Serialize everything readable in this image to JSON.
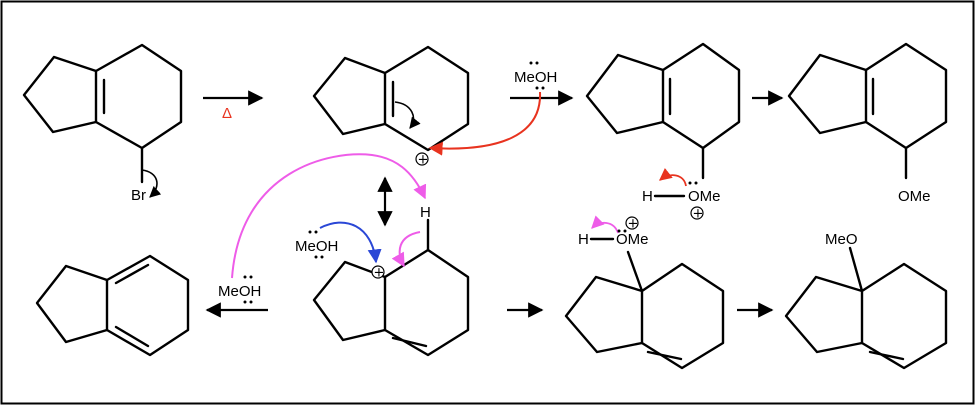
{
  "labels": {
    "br": "Br",
    "delta": "Δ",
    "meoh_top": "MeOH",
    "h_top": "H",
    "ome_top": "OMe",
    "ome_product_top": "OMe",
    "h_hydride": "H",
    "meoh_mid": "MeOH",
    "meoh_elim": "MeOH",
    "h_bottom": "H",
    "ome_bottom": "OMe",
    "meo_product_bottom": "MeO",
    "plus": "+"
  },
  "colors": {
    "red_arrow": "#e8331f",
    "magenta_arrow": "#ee5ce8",
    "blue_arrow": "#2a47d6",
    "delta": "#e8331f",
    "black": "#000000"
  }
}
